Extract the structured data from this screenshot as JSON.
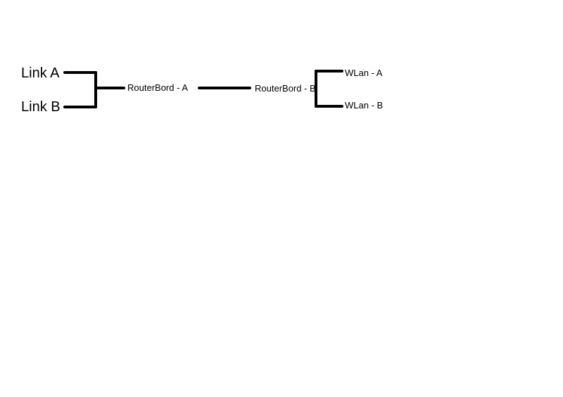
{
  "diagram": {
    "nodes": {
      "link_a": "Link A",
      "link_b": "Link B",
      "routerbord_a": "RouterBord - A",
      "routerbord_b": "RouterBord - B",
      "wlan_a": "WLan - A",
      "wlan_b": "WLan - B"
    },
    "edges": [
      {
        "from": "link_a",
        "to": "routerbord_a"
      },
      {
        "from": "link_b",
        "to": "routerbord_a"
      },
      {
        "from": "routerbord_a",
        "to": "routerbord_b"
      },
      {
        "from": "routerbord_b",
        "to": "wlan_a"
      },
      {
        "from": "routerbord_b",
        "to": "wlan_b"
      }
    ],
    "colors": {
      "line": "#000000",
      "text": "#000000",
      "background": "#ffffff"
    }
  }
}
